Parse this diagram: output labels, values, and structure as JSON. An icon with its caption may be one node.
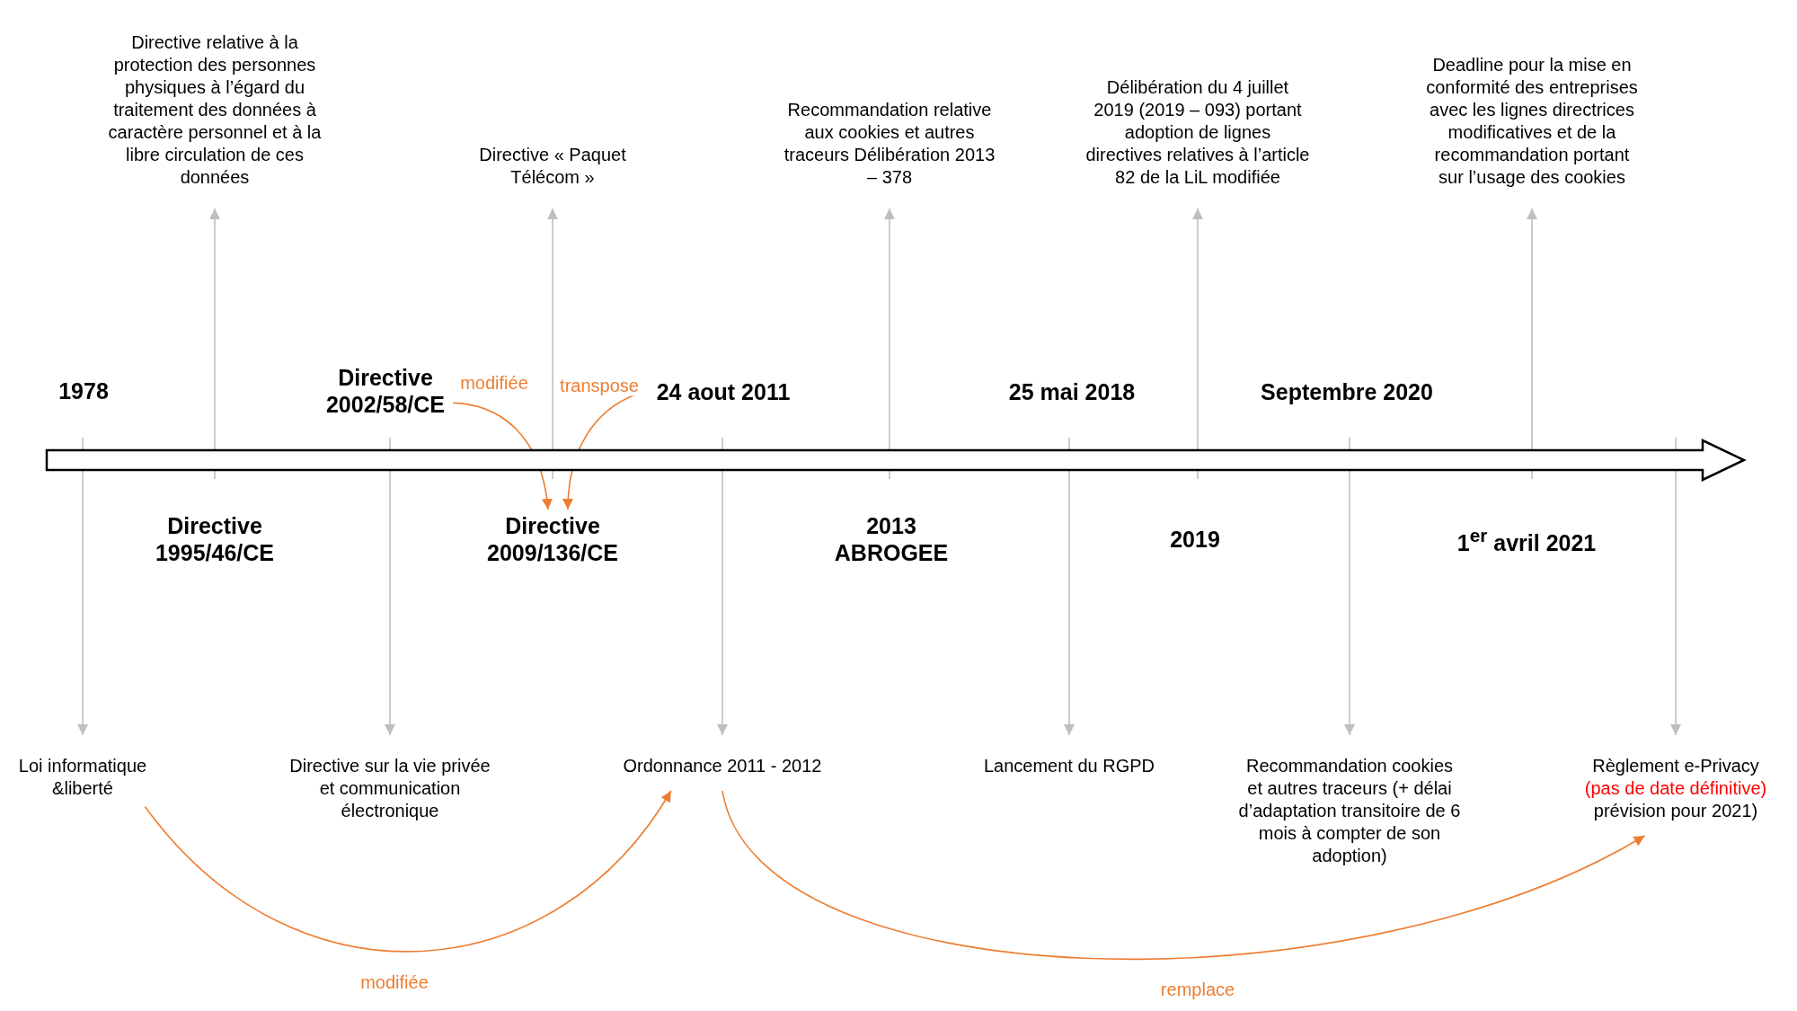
{
  "diagram": {
    "nodes": [
      {
        "text": [],
        "shape": "arrow"
      },
      {
        "text": [
          "Directive relative à la protection des personnes physiques à l’égard du traitement des données à caractère personnel et à la libre circulation de ces données"
        ]
      },
      {
        "text": [
          "Directive « Paquet Télécom »"
        ]
      },
      {
        "text": [
          "Recommandation relative aux cookies et autres traceurs Délibération 2013 – 378"
        ]
      },
      {
        "text": [
          "Délibération du 4 juillet 2019 (2019 – 093) portant adoption de lignes directives relatives à l’article 82 de la LiL modifiée"
        ]
      },
      {
        "text": [
          "Deadline pour la mise en conformité des entreprises avec les lignes directrices modificatives et de la recommandation portant sur l’usage des cookies"
        ]
      },
      {
        "text": [
          "1978"
        ]
      },
      {
        "text": [
          "Directive 2002/58/CE"
        ]
      },
      {
        "text": [
          "24 aout 2011"
        ]
      },
      {
        "text": [
          "25 mai 2018"
        ]
      },
      {
        "text": [
          "Septembre 2020"
        ]
      },
      {
        "text": [
          "Directive 1995/46/CE"
        ]
      },
      {
        "text": [
          "Directive 2009/136/CE"
        ]
      },
      {
        "text": [
          "2013 ABROGEE"
        ]
      },
      {
        "text": [
          "2019"
        ]
      },
      {
        "text": [
          "1$^{er}$ avril 2021"
        ]
      },
      {
        "text": [
          "Loi informatique &liberté"
        ]
      },
      {
        "text": [
          "Directive sur la vie privée et communication électronique"
        ]
      },
      {
        "text": [
          "Ordonnance 2011 - 2012"
        ]
      },
      {
        "text": [
          "Lancement du RGPD"
        ]
      },
      {
        "text": [
          "Recommandation cookies et autres traceurs (+ délai d’adaptation transitoire de 6 mois à compter de son adoption)"
        ]
      },
      {
        "text": [
          "Règlement e-Privacy",
          "(pas de date définitive)",
          "prévision pour 2021)"
        ]
      }
    ],
    "edges": [
      {
        "from": 0,
        "to": 16,
        "arrow": "to"
      },
      {
        "from": 0,
        "to": 1,
        "arrow": "to"
      },
      {
        "from": 0,
        "to": 17,
        "arrow": "to"
      },
      {
        "from": 0,
        "to": 2,
        "arrow": "to"
      },
      {
        "from": 0,
        "to": 18,
        "arrow": "to"
      },
      {
        "from": 0,
        "to": 3,
        "arrow": "to"
      },
      {
        "from": 0,
        "to": 19,
        "arrow": "to"
      },
      {
        "from": 0,
        "to": 4,
        "arrow": "to"
      },
      {
        "from": 0,
        "to": 20,
        "arrow": "to"
      },
      {
        "from": 0,
        "to": 5,
        "arrow": "to"
      },
      {
        "from": 0,
        "to": 21,
        "arrow": "to"
      },
      {
        "from": 7,
        "to": 12,
        "arrow": "to",
        "label": "modifiée",
        "color": "#ed7d31"
      },
      {
        "from": 8,
        "to": 12,
        "arrow": "to",
        "label": "transpose",
        "color": "#ed7d31"
      },
      {
        "from": 16,
        "to": 18,
        "arrow": "to",
        "label": "modifiée",
        "color": "#ed7d31"
      },
      {
        "from": 18,
        "to": 21,
        "arrow": "to",
        "label": "remplace",
        "color": "#ed7d31"
      }
    ]
  }
}
